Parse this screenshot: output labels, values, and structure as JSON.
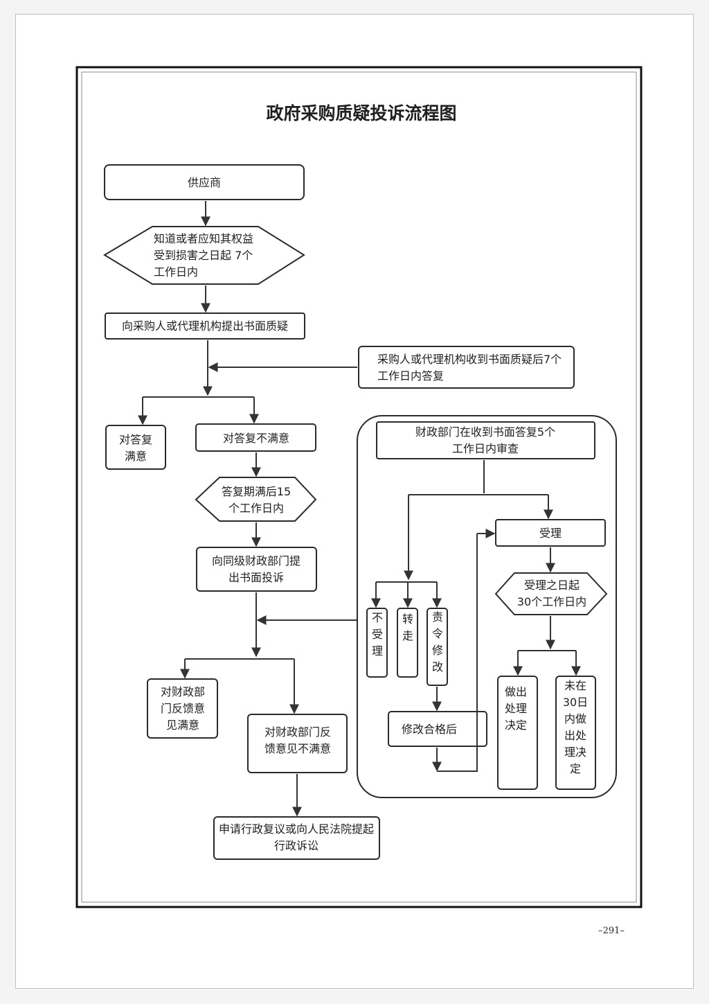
{
  "title": "政府采购质疑投诉流程图",
  "page_number": "–291–",
  "nodes": {
    "supplier": [
      "供应商"
    ],
    "deadline_7": [
      "知道或者应知其权益",
      "受到损害之日起  7个",
      "工作日内"
    ],
    "submit_query": [
      "向采购人或代理机构提出书面质疑"
    ],
    "reply_7": [
      "采购人或代理机构收到书面质疑后7个",
      "工作日内答复"
    ],
    "satisfied": [
      "对答复",
      "满意"
    ],
    "unsatisfied": [
      "对答复不满意"
    ],
    "deadline_15": [
      "答复期满后15",
      "个工作日内"
    ],
    "complaint": [
      "向同级财政部门提",
      "出书面投诉"
    ],
    "finance_satisfied": [
      "对财政部",
      "门反馈意",
      "见满意"
    ],
    "finance_unsatisfied": [
      "对财政部门反",
      "馈意见不满意"
    ],
    "appeal": [
      "申请行政复议或向人民法院提起",
      "行政诉讼"
    ],
    "finance_review": [
      "财政部门在收到书面答复5个",
      "工作日内审查"
    ],
    "accept": [
      "受理"
    ],
    "deadline_30": [
      "受理之日起",
      "30个工作日内"
    ],
    "reject": [
      "不",
      "受",
      "理"
    ],
    "transfer": [
      "转",
      "走"
    ],
    "order_fix": [
      "责",
      "令",
      "修",
      "改"
    ],
    "fixed": [
      "修改合格后"
    ],
    "decision": [
      "做出",
      "处理",
      "决定"
    ],
    "no_decision": [
      "未在",
      "30日",
      "内做",
      "出处",
      "理决",
      "定"
    ]
  }
}
